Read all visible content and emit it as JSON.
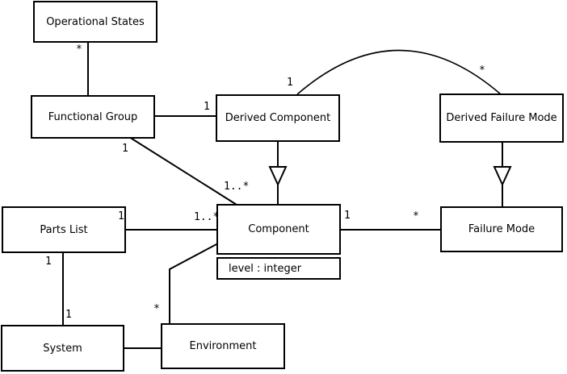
{
  "diagram": {
    "type": "uml-class-diagram",
    "background_color": "#ffffff",
    "line_color": "#000000"
  },
  "classes": {
    "operational_states": {
      "name": "Operational States"
    },
    "functional_group": {
      "name": "Functional Group"
    },
    "derived_component": {
      "name": "Derived Component"
    },
    "derived_failure_mode": {
      "name": "Derived Failure Mode"
    },
    "parts_list": {
      "name": "Parts List"
    },
    "component": {
      "name": "Component",
      "attribute": "level : integer"
    },
    "failure_mode": {
      "name": "Failure Mode"
    },
    "system": {
      "name": "System"
    },
    "environment": {
      "name": "Environment"
    }
  },
  "multiplicity_labels": {
    "operational_states_star": "*",
    "functional_group_derived_component_one": "1",
    "derived_component_arc_one": "1",
    "derived_failure_mode_arc_star": "*",
    "functional_group_diagonal_one": "1",
    "functional_group_component_many": "1..*",
    "parts_list_one": "1",
    "parts_list_component_many": "1..*",
    "component_failure_mode_one": "1",
    "component_failure_mode_star": "*",
    "parts_list_system_upper_one": "1",
    "parts_list_system_lower_one": "1",
    "environment_component_star": "*"
  },
  "relationships": [
    {
      "from": "Functional Group",
      "to": "Operational States",
      "type": "association",
      "labels": [
        "*"
      ]
    },
    {
      "from": "Functional Group",
      "to": "Derived Component",
      "type": "association",
      "labels": [
        "1"
      ]
    },
    {
      "from": "Derived Component",
      "to": "Derived Failure Mode",
      "type": "association-arc",
      "labels": [
        "1",
        "*"
      ]
    },
    {
      "from": "Derived Component",
      "to": "Component",
      "type": "generalization"
    },
    {
      "from": "Derived Failure Mode",
      "to": "Failure Mode",
      "type": "generalization"
    },
    {
      "from": "Functional Group",
      "to": "Component",
      "type": "association",
      "labels": [
        "1",
        "1..*"
      ]
    },
    {
      "from": "Parts List",
      "to": "Component",
      "type": "association",
      "labels": [
        "1",
        "1..*"
      ]
    },
    {
      "from": "Component",
      "to": "Failure Mode",
      "type": "association",
      "labels": [
        "1",
        "*"
      ]
    },
    {
      "from": "Parts List",
      "to": "System",
      "type": "association",
      "labels": [
        "1",
        "1"
      ]
    },
    {
      "from": "System",
      "to": "Environment",
      "type": "association"
    },
    {
      "from": "Environment",
      "to": "Component",
      "type": "association",
      "labels": [
        "*"
      ]
    }
  ]
}
